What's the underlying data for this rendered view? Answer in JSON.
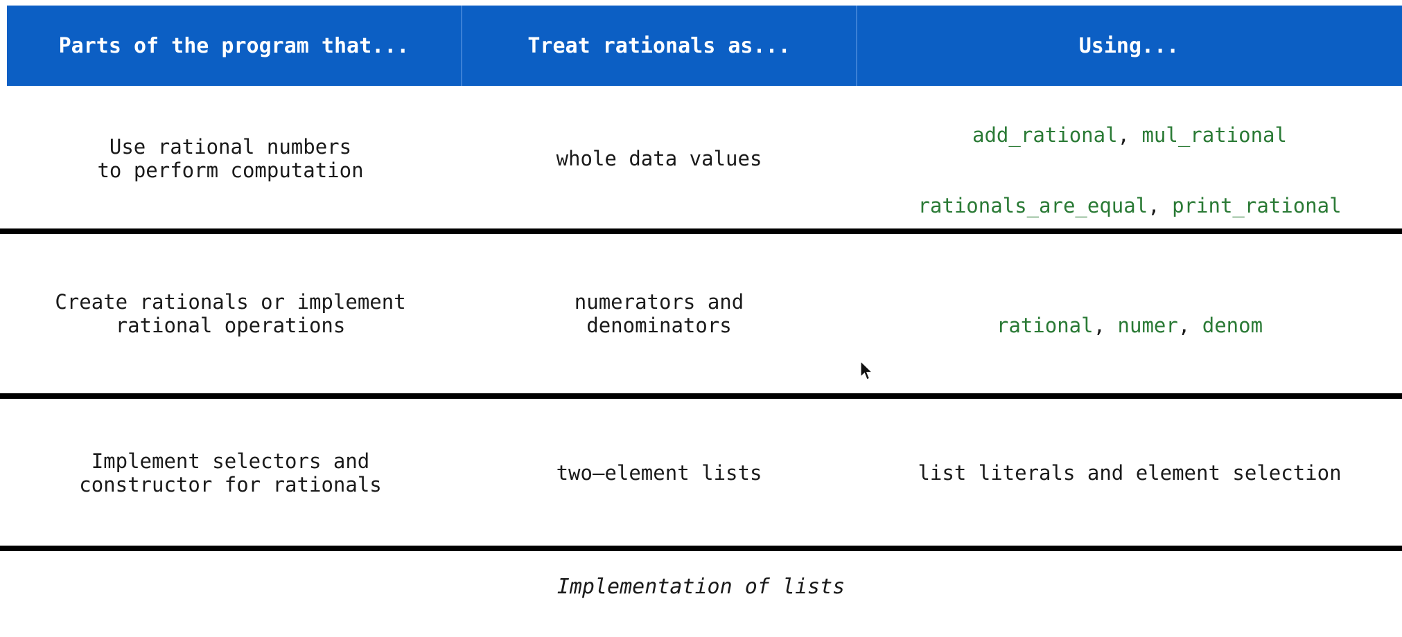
{
  "table": {
    "headers": [
      {
        "label": "Parts of the program that...",
        "name": "header-parts-of-program"
      },
      {
        "label": "Treat rationals as...",
        "name": "header-treat-rationals-as"
      },
      {
        "label": "Using...",
        "name": "header-using"
      }
    ],
    "rows": [
      {
        "parts": "Use rational numbers\nto perform computation",
        "treat": "whole data values",
        "using_line1_a": "add_rational",
        "using_line1_sep": ", ",
        "using_line1_b": "mul_rational",
        "using_line2_a": "rationals_are_equal",
        "using_line2_sep": ", ",
        "using_line2_b": "print_rational"
      },
      {
        "parts": "Create rationals or implement\nrational operations",
        "treat": "numerators and\ndenominators",
        "using_line1_a": "rational",
        "using_line1_sep": ", ",
        "using_line1_b": "numer",
        "using_line2_sep": ", ",
        "using_line2_b": "denom"
      },
      {
        "parts": "Implement selectors and\nconstructor for rationals",
        "treat": "two—element lists",
        "using_plain": "list literals and element selection"
      }
    ]
  },
  "caption": {
    "text": "Implementation of lists"
  },
  "colors": {
    "header_background": "#0c5fc4",
    "header_text": "#ffffff",
    "body_text": "#1a1a1a",
    "code_text": "#2a7a35",
    "rule": "#000000",
    "page_background": "#ffffff"
  },
  "cursor": {
    "icon": "mouse-pointer-arrow"
  }
}
